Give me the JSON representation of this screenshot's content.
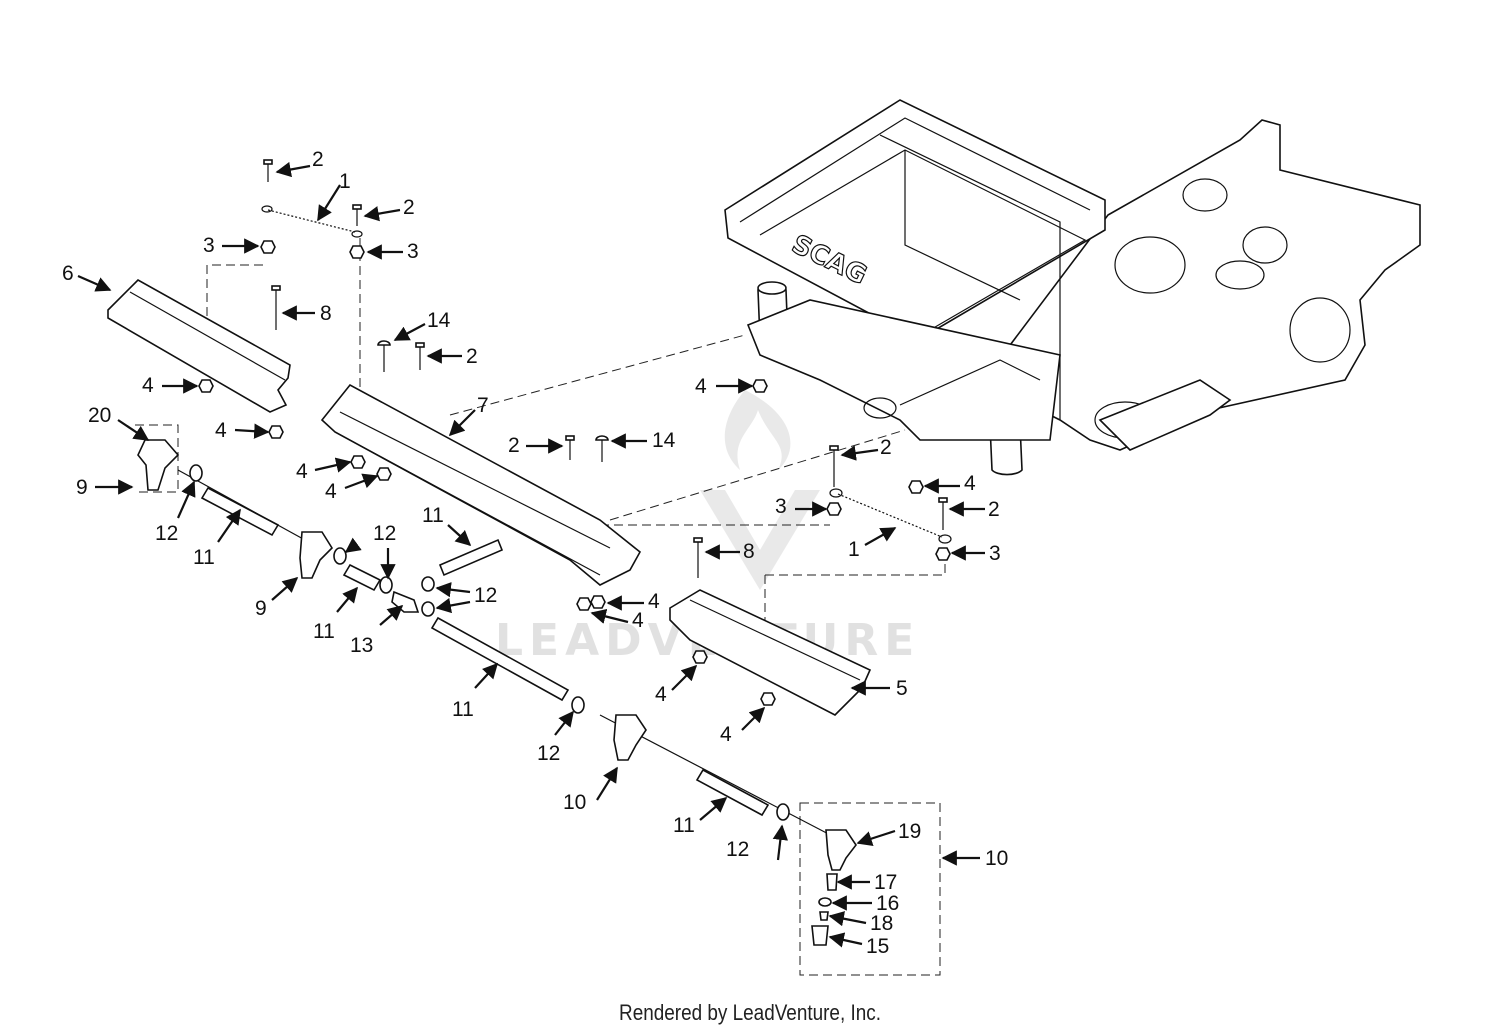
{
  "footer": {
    "text": "Rendered by LeadVenture, Inc."
  },
  "watermark": {
    "text": "LEADVENTURE"
  },
  "frame_logo": {
    "text": "SCAG"
  },
  "parts": [
    {
      "num": "1"
    },
    {
      "num": "2"
    },
    {
      "num": "3"
    },
    {
      "num": "4"
    },
    {
      "num": "5"
    },
    {
      "num": "6"
    },
    {
      "num": "7"
    },
    {
      "num": "8"
    },
    {
      "num": "9"
    },
    {
      "num": "10"
    },
    {
      "num": "11"
    },
    {
      "num": "12"
    },
    {
      "num": "13"
    },
    {
      "num": "14"
    },
    {
      "num": "15"
    },
    {
      "num": "16"
    },
    {
      "num": "17"
    },
    {
      "num": "18"
    },
    {
      "num": "19"
    },
    {
      "num": "20"
    }
  ]
}
